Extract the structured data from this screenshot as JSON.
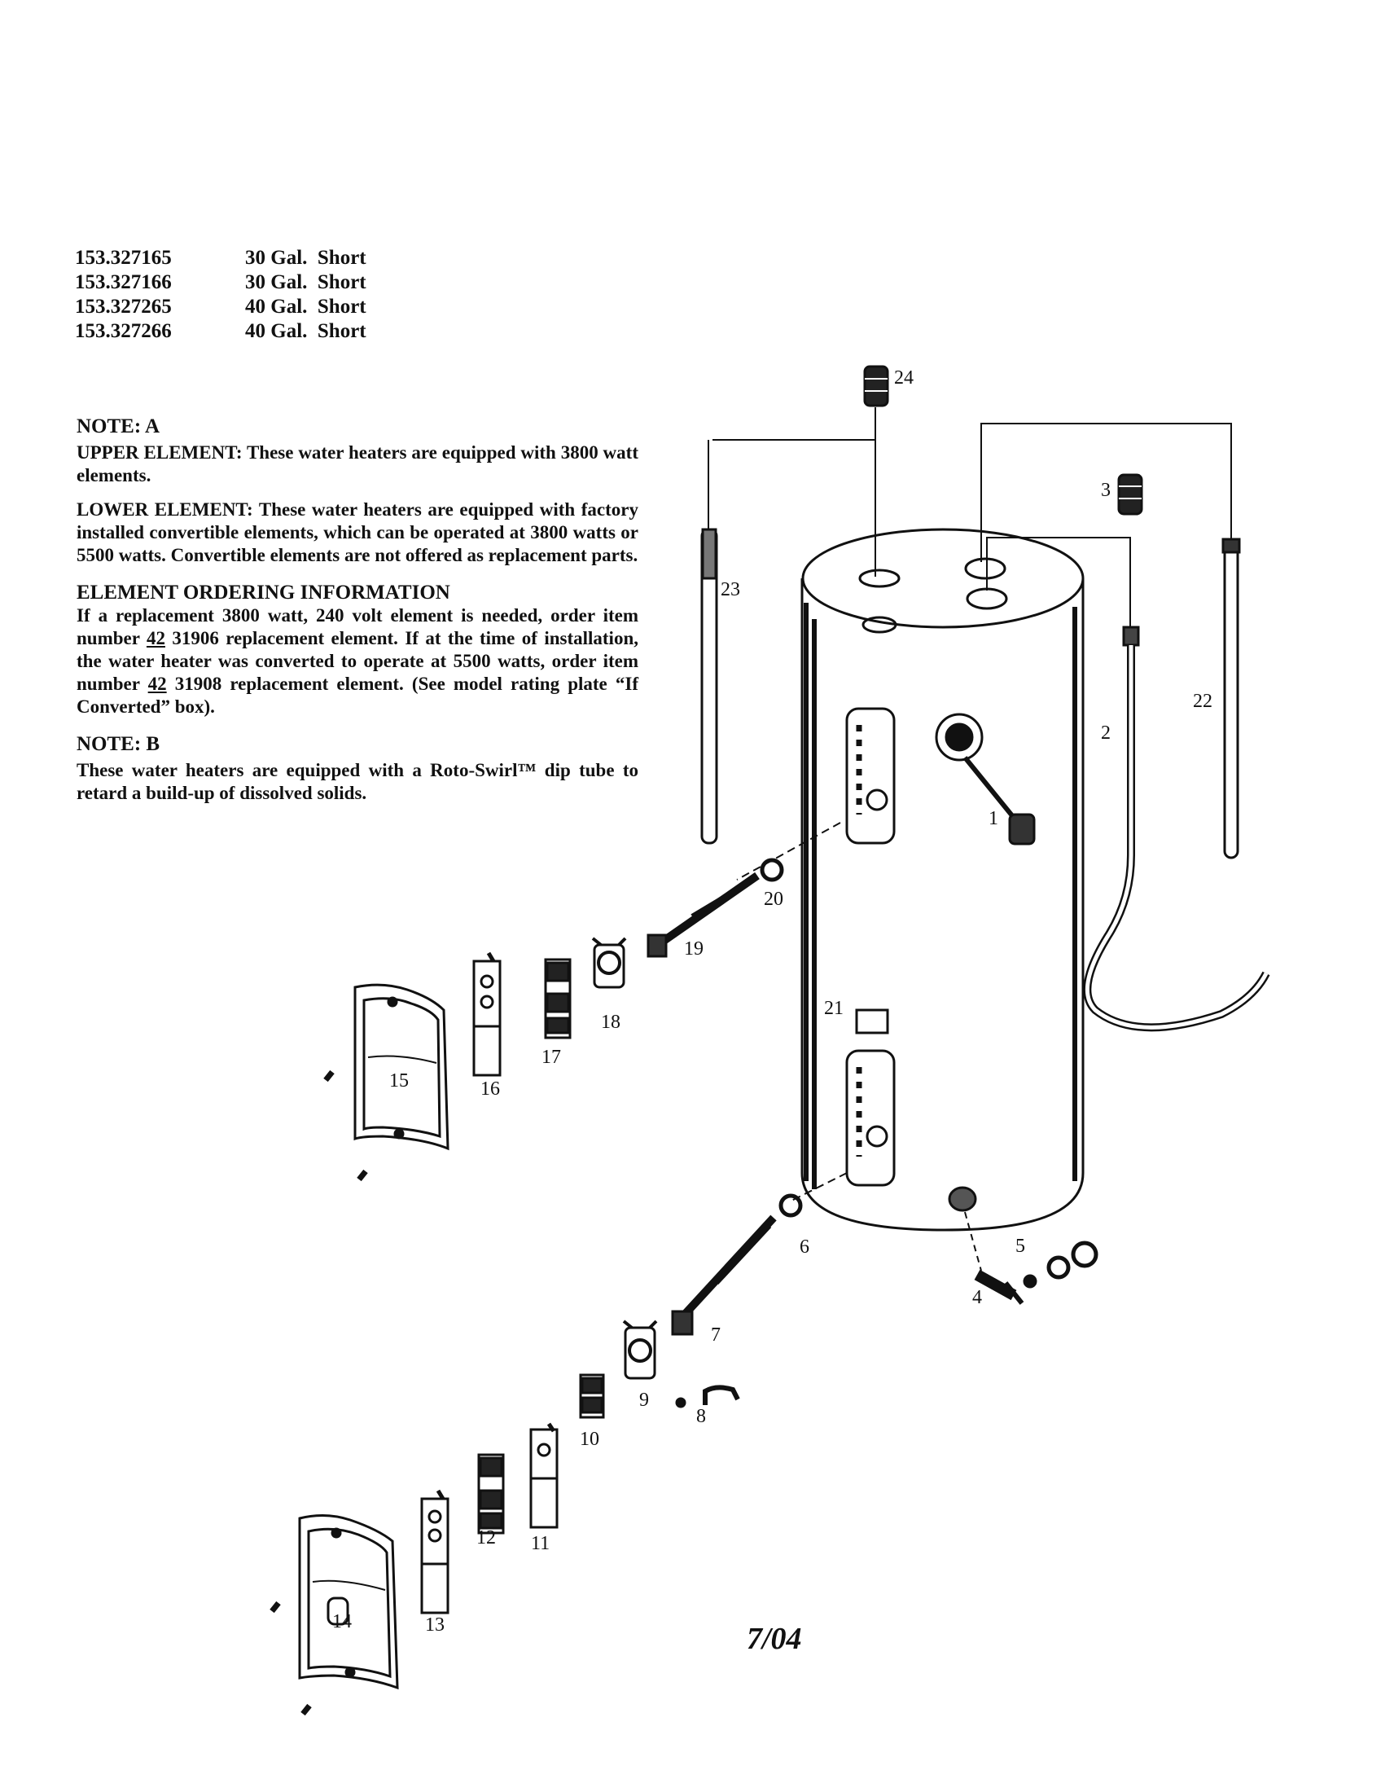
{
  "models": [
    {
      "number": "153.327165",
      "desc": "30 Gal.  Short"
    },
    {
      "number": "153.327166",
      "desc": "30 Gal.  Short"
    },
    {
      "number": "153.327265",
      "desc": "40 Gal.  Short"
    },
    {
      "number": "153.327266",
      "desc": "40 Gal.  Short"
    }
  ],
  "note_a": {
    "heading": "NOTE: A",
    "upper": "UPPER ELEMENT: These water heaters are equipped with 3800 watt elements.",
    "lower": "LOWER ELEMENT: These water heaters are equipped with factory installed convertible elements, which can be operated at 3800 watts or 5500 watts. Convertible elements are not offered as replacement parts."
  },
  "ordering": {
    "heading": "ELEMENT ORDERING INFORMATION",
    "t1": "If a replacement 3800 watt, 240 volt element is needed, order item number ",
    "code1": "42",
    "t2": " 31906 replacement element. If at the time of installation, the water heater was converted to operate at 5500 watts, order item number ",
    "code2": "42",
    "t3": " 31908 replacement element. (See model rating plate “If Converted” box)."
  },
  "note_b": {
    "heading": "NOTE: B",
    "text": "These water heaters are equipped with a Roto-Swirl™ dip tube to retard a build-up of dissolved solids."
  },
  "part_labels": {
    "p1": "1",
    "p2": "2",
    "p3": "3",
    "p4": "4",
    "p5": "5",
    "p6": "6",
    "p7": "7",
    "p8": "8",
    "p9": "9",
    "p10": "10",
    "p11": "11",
    "p12": "12",
    "p13": "13",
    "p14": "14",
    "p15": "15",
    "p16": "16",
    "p17": "17",
    "p18": "18",
    "p19": "19",
    "p20": "20",
    "p21": "21",
    "p22": "22",
    "p23": "23",
    "p24": "24"
  },
  "date": "7/04"
}
